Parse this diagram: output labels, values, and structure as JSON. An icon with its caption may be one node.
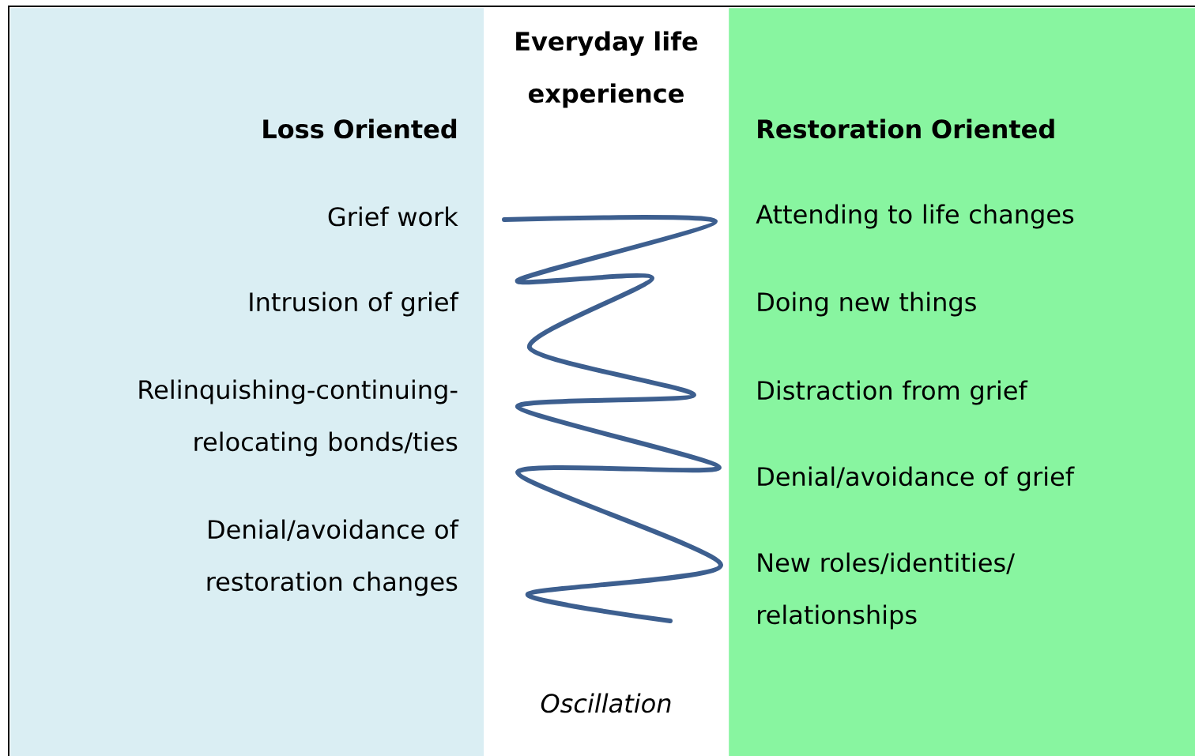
{
  "diagram": {
    "nodes": [
      {
        "text": [
          "Loss Oriented",
          "Grief work",
          "Intrusion of grief",
          "Relinquishing-continuing-relocating bonds/ties",
          "Denial/avoidance of restoration changes"
        ]
      },
      {
        "text": [
          "Everyday life experience",
          "Oscillation"
        ]
      },
      {
        "text": [
          "Restoration Oriented",
          "Attending to life changes",
          "Doing new things",
          "Distraction from grief",
          "Denial/avoidance of grief",
          "New roles/identities/ relationships"
        ]
      }
    ]
  }
}
